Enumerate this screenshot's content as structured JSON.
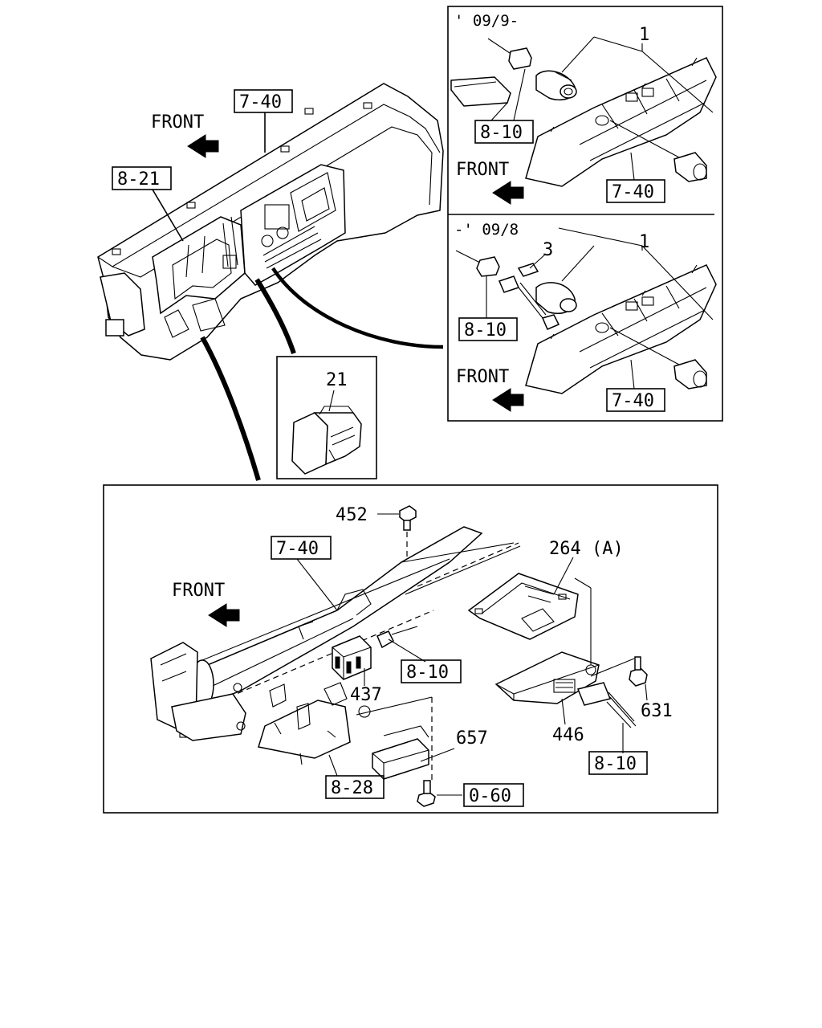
{
  "main_view": {
    "front_label": "FRONT",
    "ref_instrument_panel": "7-40",
    "ref_meter": "8-21"
  },
  "inset_upper": {
    "period": "' 09/9-",
    "item_assembly": "1",
    "ref_wiring": "8-10",
    "front_label": "FRONT",
    "ref_panel": "7-40"
  },
  "inset_lower": {
    "period": "-' 09/8",
    "item_assembly": "1",
    "item_bulb": "3",
    "ref_wiring": "8-10",
    "front_label": "FRONT",
    "ref_panel": "7-40"
  },
  "switch_detail": {
    "item_switch": "21"
  },
  "lower_view": {
    "front_label": "FRONT",
    "item_bolt_top": "452",
    "ref_panel": "7-40",
    "item_bracket": "264 (A)",
    "ref_wiring_mid": "8-10",
    "item_relay": "437",
    "item_screw": "631",
    "item_controller": "446",
    "ref_wiring_right": "8-10",
    "item_bracket_small": "657",
    "ref_bracket": "8-28",
    "ref_bolt": "0-60"
  }
}
